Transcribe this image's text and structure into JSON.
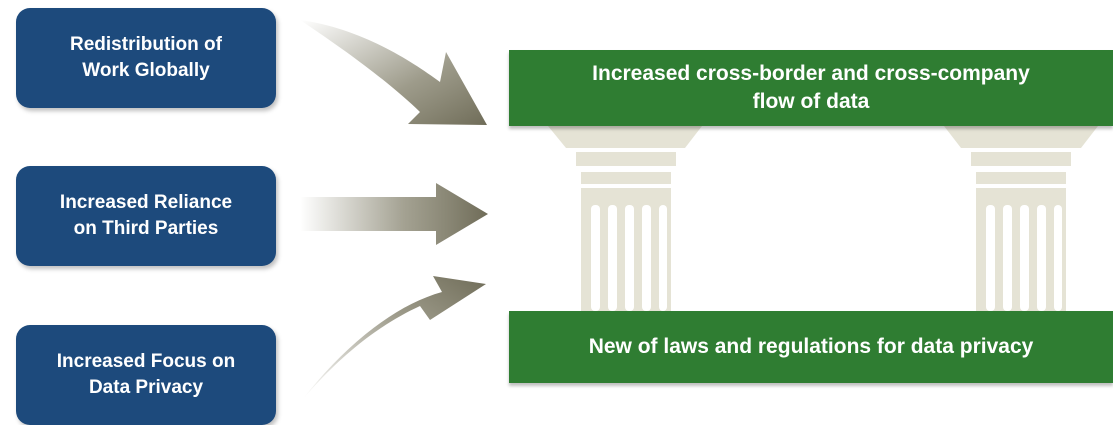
{
  "drivers": [
    {
      "label": "Redistribution of\nWork Globally"
    },
    {
      "label": "Increased Reliance\non Third Parties"
    },
    {
      "label": "Increased Focus on\nData Privacy"
    }
  ],
  "outcome": {
    "top_text": "Increased cross-border and cross-company\nflow of data",
    "bottom_text": "New of laws and regulations for data privacy"
  },
  "colors": {
    "driver_box": "#1d4a7c",
    "banner": "#2f7d32",
    "arrow": "#7d7a64",
    "column": "#e5e3d5"
  }
}
